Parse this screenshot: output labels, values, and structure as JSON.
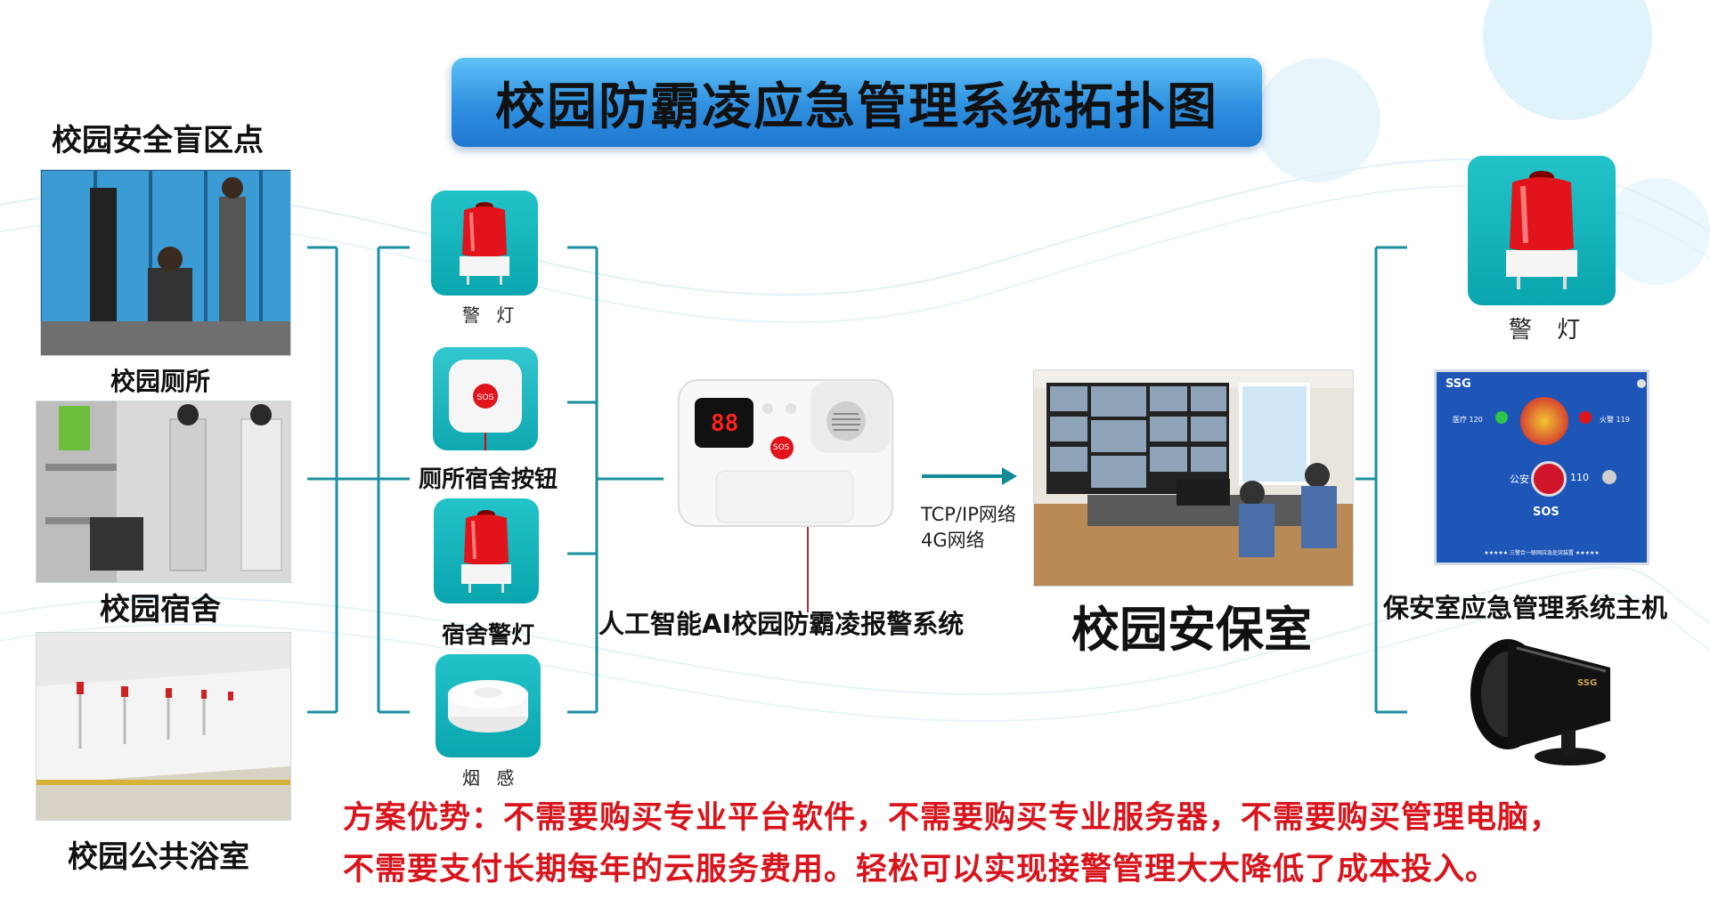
{
  "title": "校园防霸凌应急管理系统拓扑图",
  "left_column": {
    "heading": "校园安全盲区点",
    "items": [
      {
        "label": "校园厕所"
      },
      {
        "label": "校园宿舍"
      },
      {
        "label": "校园公共浴室"
      }
    ]
  },
  "devices": [
    {
      "label": "警 灯",
      "icon": "warning-light-icon"
    },
    {
      "label": "厕所宿舍按钮",
      "icon": "sos-button-icon"
    },
    {
      "label": "宿舍警灯",
      "icon": "warning-light-icon"
    },
    {
      "label": "烟 感",
      "icon": "smoke-detector-icon"
    }
  ],
  "center_unit": {
    "label": "人工智能AI校园防霸凌报警系统",
    "display": "88",
    "button": "SOS"
  },
  "network": {
    "line1": "TCP/IP网络",
    "line2": "4G网络"
  },
  "security_room": {
    "label": "校园安保室"
  },
  "right_column": {
    "warning_light": "警 灯",
    "host": {
      "label": "保安室应急管理系统主机",
      "brand": "SSG",
      "medical": "医疗 120",
      "fire": "火警 119",
      "police": "公安",
      "police_num": "110",
      "sos": "SOS",
      "footer": "★★★★★ 三警合一联网应急处突装置 ★★★★★"
    },
    "siren_brand": "SSG"
  },
  "advantage": {
    "line1": "方案优势：不需要购买专业平台软件，不需要购买专业服务器，不需要购买管理电脑，",
    "line2": "不需要支付长期每年的云服务费用。轻松可以实现接警管理大大降低了成本投入。"
  },
  "colors": {
    "accent": "#1b8fa0",
    "banner": "#2f8fe0",
    "advantage_text": "#d8141c",
    "teal_box": "#13b3bb"
  }
}
